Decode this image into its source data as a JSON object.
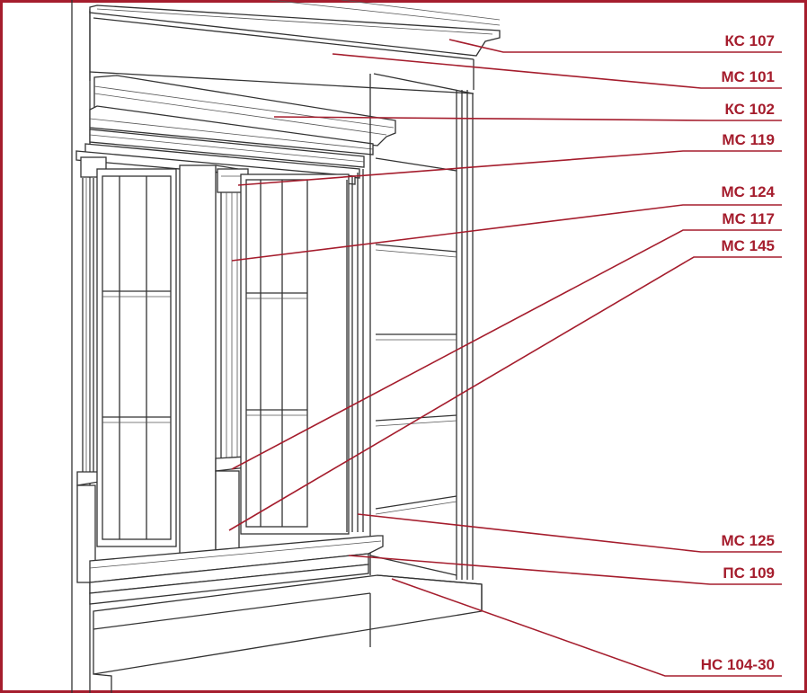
{
  "diagram": {
    "accent_color": "#a51d2d",
    "line_color": "#333333",
    "labels": [
      {
        "id": "ks107",
        "text": "КС 107"
      },
      {
        "id": "ms101",
        "text": "МС 101"
      },
      {
        "id": "ks102",
        "text": "КС 102"
      },
      {
        "id": "ms119",
        "text": "МС 119"
      },
      {
        "id": "ms124",
        "text": "МС 124"
      },
      {
        "id": "ms117",
        "text": "МС 117"
      },
      {
        "id": "ms145",
        "text": "МС 145"
      },
      {
        "id": "ms125",
        "text": "МС 125"
      },
      {
        "id": "ps109",
        "text": "ПС 109"
      },
      {
        "id": "ns10430",
        "text": "НС 104-30"
      }
    ]
  }
}
